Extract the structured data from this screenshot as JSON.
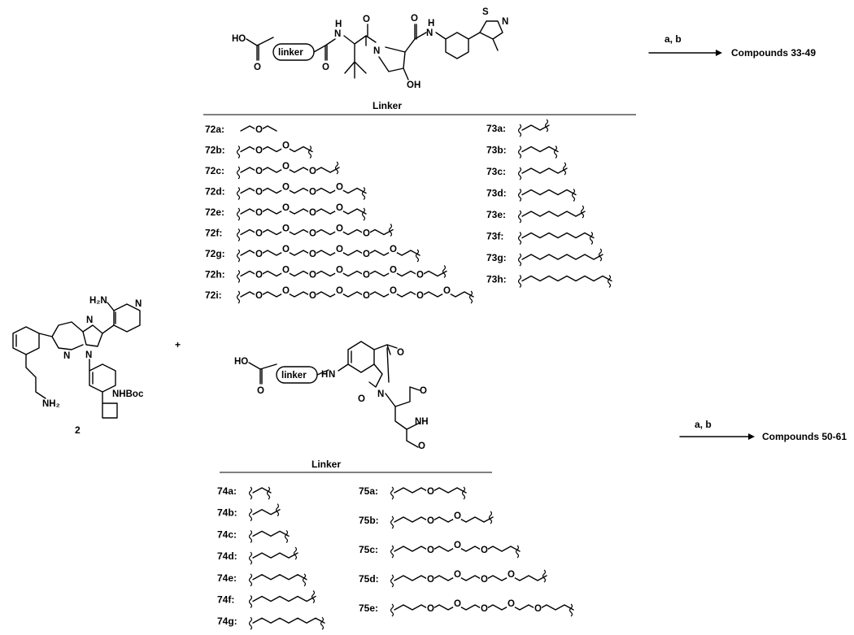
{
  "reagents_label": "a, b",
  "products": {
    "top": "Compounds 33-49",
    "bottom": "Compounds 50-61"
  },
  "plus": "+",
  "compound_2": {
    "number": "2",
    "amino_group": "H₂N",
    "amine_group": "NH₂",
    "boc_group": "NHBoc"
  },
  "vhl_scaffold": {
    "acid": "HO",
    "linker": "linker",
    "oh": "OH",
    "nh": "H",
    "n_amide": "N",
    "s_atom": "S",
    "n_thiazole": "N"
  },
  "pom_scaffold": {
    "acid": "HO",
    "linker": "linker",
    "nh": "H",
    "n_amine": "N",
    "n_imide": "N",
    "nh_glut": "NH"
  },
  "linker_table_title": "Linker",
  "linkers_72": [
    "72a:",
    "72b:",
    "72c:",
    "72d:",
    "72e:",
    "72f:",
    "72g:",
    "72h:",
    "72i:"
  ],
  "linkers_73": [
    "73a:",
    "73b:",
    "73c:",
    "73d:",
    "73e:",
    "73f:",
    "73g:",
    "73h:"
  ],
  "linkers_74": [
    "74a:",
    "74b:",
    "74c:",
    "74d:",
    "74e:",
    "74f:",
    "74g:"
  ],
  "linkers_75": [
    "75a:",
    "75b:",
    "75c:",
    "75d:",
    "75e:"
  ],
  "oxygen": "O"
}
